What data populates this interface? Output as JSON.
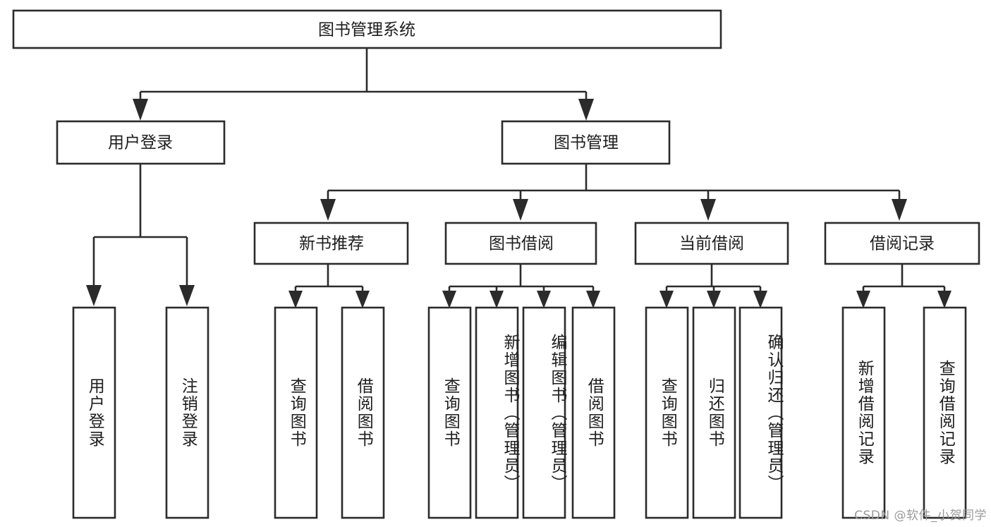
{
  "diagram": {
    "title_node": {
      "label": "图书管理系统"
    },
    "level2": [
      {
        "id": "user-login",
        "label": "用户登录"
      },
      {
        "id": "book-management",
        "label": "图书管理"
      }
    ],
    "level3": [
      {
        "id": "new-book-recommend",
        "label": "新书推荐",
        "parent": "book-management"
      },
      {
        "id": "book-borrow",
        "label": "图书借阅",
        "parent": "book-management"
      },
      {
        "id": "current-borrow",
        "label": "当前借阅",
        "parent": "book-management"
      },
      {
        "id": "borrow-record",
        "label": "借阅记录",
        "parent": "book-management"
      }
    ],
    "leaves": [
      {
        "id": "leaf-user-login",
        "label": "用户登录",
        "parent": "user-login"
      },
      {
        "id": "leaf-logout-login",
        "label": "注销登录",
        "parent": "user-login"
      },
      {
        "id": "leaf-query-book-1",
        "label": "查询图书",
        "parent": "new-book-recommend"
      },
      {
        "id": "leaf-borrow-book-1",
        "label": "借阅图书",
        "parent": "new-book-recommend"
      },
      {
        "id": "leaf-query-book-2",
        "label": "查询图书",
        "parent": "book-borrow"
      },
      {
        "id": "leaf-add-book",
        "label": "新增图书（管理员）",
        "parent": "book-borrow"
      },
      {
        "id": "leaf-edit-book",
        "label": "编辑图书（管理员）",
        "parent": "book-borrow"
      },
      {
        "id": "leaf-borrow-book-2",
        "label": "借阅图书",
        "parent": "book-borrow"
      },
      {
        "id": "leaf-query-book-3",
        "label": "查询图书",
        "parent": "current-borrow"
      },
      {
        "id": "leaf-return-book",
        "label": "归还图书",
        "parent": "current-borrow"
      },
      {
        "id": "leaf-confirm-return",
        "label": "确认归还（管理员）",
        "parent": "current-borrow"
      },
      {
        "id": "leaf-add-record",
        "label": "新增借阅记录",
        "parent": "borrow-record"
      },
      {
        "id": "leaf-query-record",
        "label": "查询借阅记录",
        "parent": "borrow-record"
      }
    ],
    "colors": {
      "stroke": "#2b2b2b",
      "box_fill": "#ffffff",
      "text": "#1d1d1d",
      "watermark": "#9a9a9a",
      "background": "#ffffff"
    }
  },
  "watermark": {
    "text": "CSDN @软件_小贺同学"
  }
}
